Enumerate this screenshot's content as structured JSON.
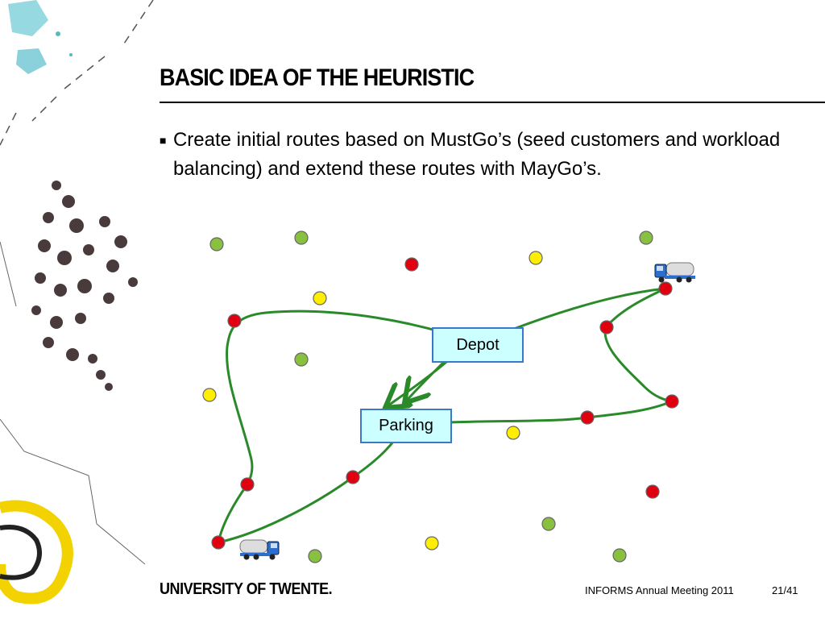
{
  "slide": {
    "title": "BASIC IDEA OF THE HEURISTIC",
    "bullet": "Create initial routes based on MustGo’s (seed customers and workload balancing) and extend these routes with MayGo’s."
  },
  "diagram": {
    "depot_label": "Depot",
    "parking_label": "Parking",
    "node_colors": {
      "mustgo": "#e00010",
      "maygo_yellow": "#ffee00",
      "maygo_green": "#88c040"
    },
    "route_color": "#2a8a2a",
    "box_fill": "#ccffff",
    "box_border": "#3a78c8",
    "icons": [
      "truck-icon",
      "truck-icon"
    ]
  },
  "footer": {
    "university": "UNIVERSITY OF TWENTE.",
    "event": "INFORMS Annual Meeting 2011",
    "page": "21/41"
  }
}
